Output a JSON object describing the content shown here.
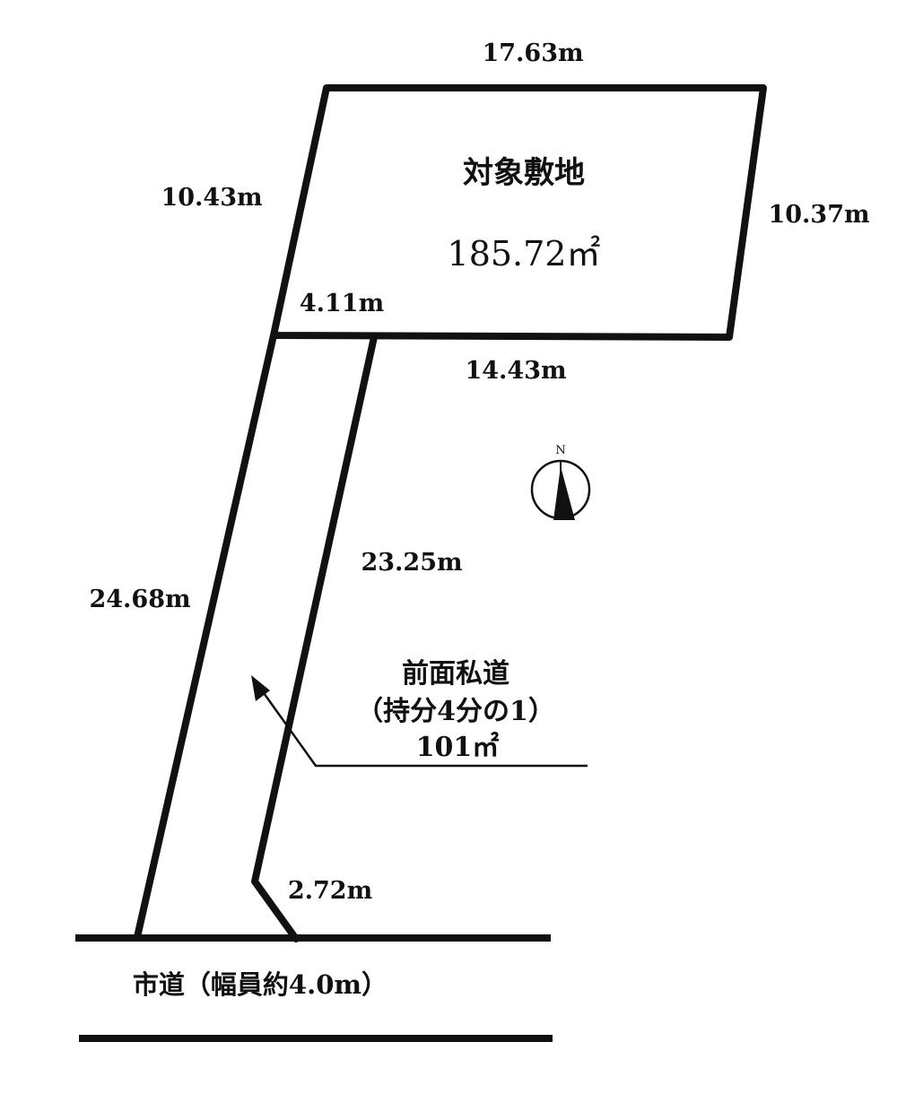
{
  "lot": {
    "title": "対象敷地",
    "area": "185.72㎡"
  },
  "dimensions": {
    "top": "17.63m",
    "left": "10.43m",
    "right": "10.37m",
    "bottom_left": "4.11m",
    "bottom_right": "14.43m",
    "access_left": "24.68m",
    "access_right": "23.25m",
    "access_entry": "2.72m"
  },
  "private_road": {
    "line1": "前面私道",
    "line2": "（持分4分の1）",
    "line3": "101㎡"
  },
  "city_road": {
    "label": "市道（幅員約4.0m）"
  },
  "compass": {
    "label": "N"
  },
  "colors": {
    "line": "#111111",
    "background": "#ffffff"
  }
}
